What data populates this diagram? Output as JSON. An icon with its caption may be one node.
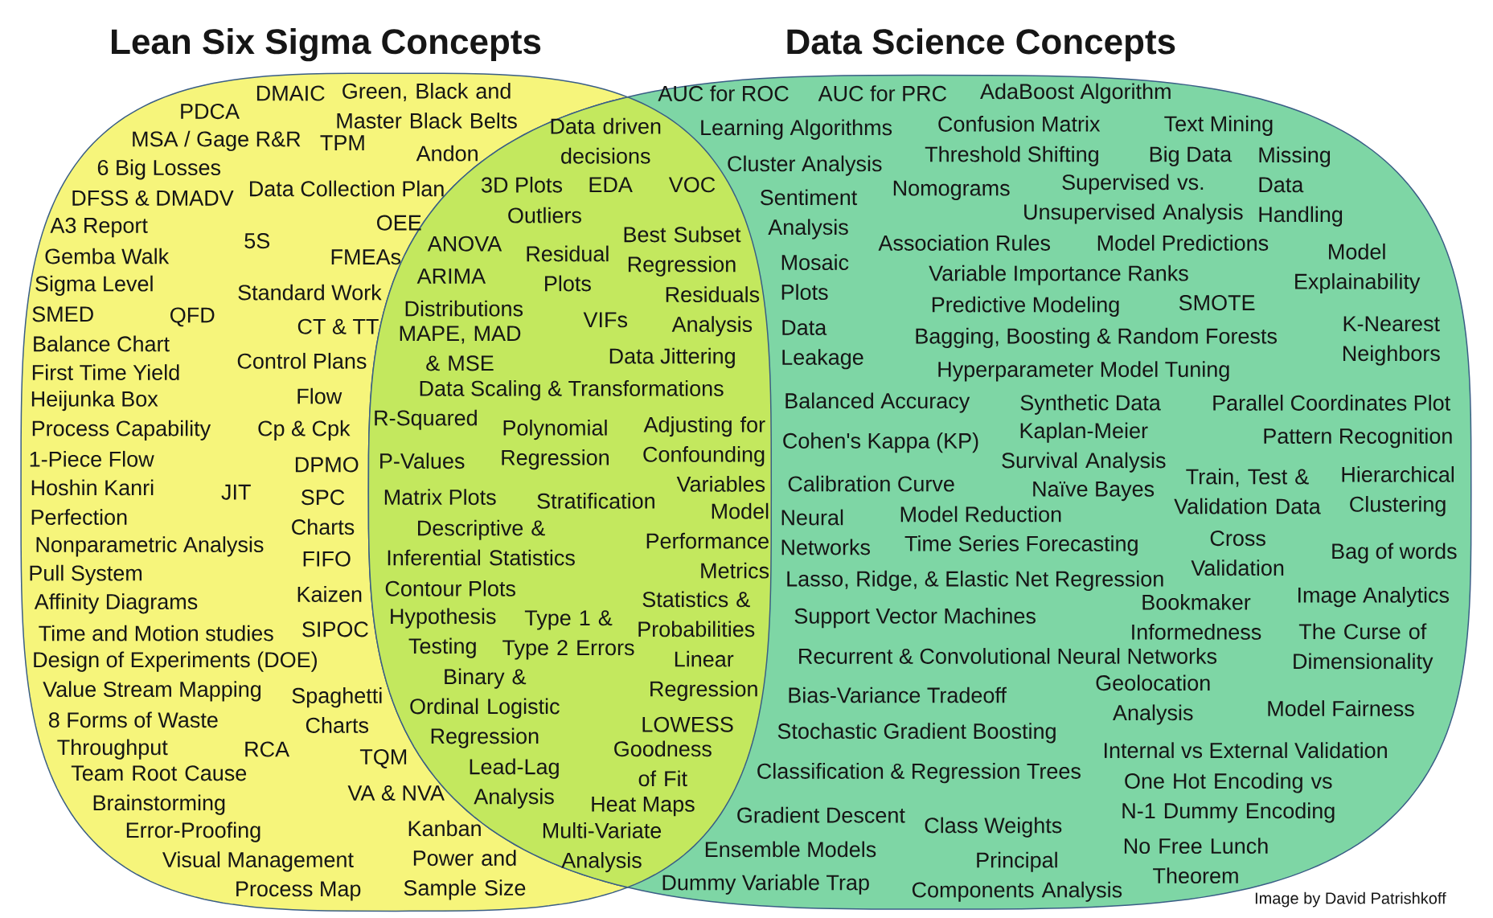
{
  "diagram": {
    "nodes": [
      {
        "text": [
          "Lean Six Sigma Concepts"
        ]
      },
      {
        "text": [
          "Data Science Concepts"
        ]
      }
    ],
    "labels": [
      "PDCA",
      "DMAIC",
      "Green, Black and Master Black Belts",
      "MSA / Gage R&R",
      "TPM",
      "Andon",
      "6 Big Losses",
      "Data Collection Plan",
      "DFSS & DMADV",
      "A3 Report",
      "OEE",
      "5S",
      "Gemba Walk",
      "FMEAs",
      "Sigma Level",
      "Standard Work",
      "SMED",
      "QFD",
      "CT & TT",
      "Balance Chart",
      "Control Plans",
      "First Time Yield",
      "Heijunka Box",
      "Flow",
      "Process Capability",
      "Cp & Cpk",
      "1-Piece Flow",
      "DPMO",
      "Hoshin Kanri",
      "JIT",
      "SPC Charts",
      "Perfection",
      "Nonparametric Analysis",
      "FIFO",
      "Pull System",
      "Kaizen",
      "Affinity Diagrams",
      "Time and Motion studies",
      "SIPOC",
      "Design of Experiments (DOE)",
      "Value Stream Mapping",
      "Spaghetti Charts",
      "8 Forms of Waste",
      "Throughput",
      "RCA",
      "TQM",
      "Team Root Cause Brainstorming",
      "VA & NVA",
      "Error-Proofing",
      "Kanban",
      "Visual Management",
      "Power and Sample Size",
      "Process Map",
      "Data driven decisions",
      "3D Plots",
      "EDA",
      "VOC",
      "Outliers",
      "ANOVA",
      "Residual Plots",
      "Best Subset Regression",
      "ARIMA",
      "Distributions",
      "Residuals Analysis",
      "VIFs",
      "MAPE, MAD & MSE",
      "Data Jittering",
      "Data Scaling & Transformations",
      "R-Squared",
      "Polynomial Regression",
      "Adjusting for Confounding Variables",
      "P-Values",
      "Matrix Plots",
      "Stratification",
      "Model Performance Metrics",
      "Descriptive & Inferential Statistics",
      "Contour Plots",
      "Hypothesis Testing",
      "Type 1 & Type 2 Errors",
      "Statistics & Probabilities",
      "Linear Regression",
      "Binary & Ordinal Logistic Regression",
      "LOWESS",
      "Lead-Lag Analysis",
      "Goodness of Fit",
      "Heat Maps",
      "Multi-Variate Analysis",
      "AUC for ROC",
      "AUC for PRC",
      "AdaBoost Algorithm",
      "Learning Algorithms",
      "Confusion Matrix",
      "Text Mining",
      "Cluster Analysis",
      "Threshold Shifting",
      "Big Data",
      "Missing Data Handling",
      "Sentiment Analysis",
      "Nomograms",
      "Supervised vs. Unsupervised Analysis",
      "Association Rules",
      "Model Predictions",
      "Mosaic Plots",
      "Variable Importance Ranks",
      "Model Explainability",
      "Predictive Modeling",
      "SMOTE",
      "Data Leakage",
      "Bagging, Boosting & Random Forests",
      "K-Nearest Neighbors",
      "Hyperparameter Model Tuning",
      "Balanced Accuracy",
      "Synthetic Data",
      "Parallel Coordinates Plot",
      "Cohen's Kappa (KP)",
      "Kaplan-Meier Survival Analysis",
      "Pattern Recognition",
      "Calibration Curve",
      "Naïve Bayes",
      "Train, Test & Validation Data",
      "Hierarchical Clustering",
      "Neural Networks",
      "Model Reduction",
      "Time Series Forecasting",
      "Cross Validation",
      "Bag of words",
      "Lasso, Ridge, & Elastic Net Regression",
      "Image Analytics",
      "Bookmaker Informedness",
      "Support Vector Machines",
      "The Curse of Dimensionality",
      "Recurrent & Convolutional Neural Networks",
      "Bias-Variance Tradeoff",
      "Geolocation Analysis",
      "Model Fairness",
      "Stochastic Gradient Boosting",
      "Internal vs External Validation",
      "Classification & Regression Trees",
      "One Hot Encoding vs N-1 Dummy Encoding",
      "Gradient Descent",
      "Class Weights",
      "Ensemble Models",
      "Principal Components Analysis",
      "No Free Lunch Theorem",
      "Dummy Variable Trap",
      "Image by David Patrishkoff"
    ]
  }
}
